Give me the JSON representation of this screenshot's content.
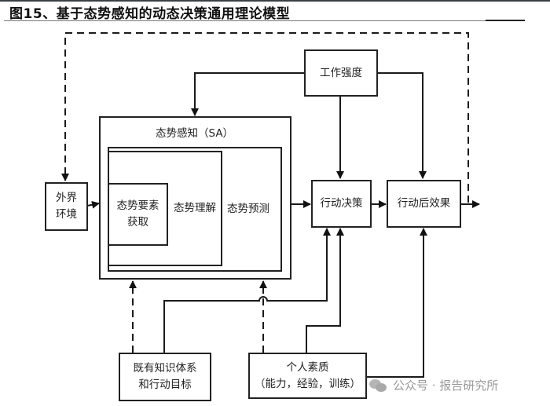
{
  "figure": {
    "title": "图15、基于态势感知的动态决策通用理论模型"
  },
  "nodes": {
    "environment": "外界\n环境",
    "workload": "工作强度",
    "sa_outer": "态势感知（SA）",
    "acquire": "态势要素\n获取",
    "comprehend": "态势理解",
    "predict": "态势预测",
    "decision": "行动决策",
    "effect": "行动后效果",
    "knowledge": "既有知识体系\n和行动目标",
    "personal": "个人素质\n（能力，经验，训练）"
  },
  "edges": [
    {
      "from": "environment",
      "to": "sa_outer",
      "style": "solid"
    },
    {
      "from": "sa_outer",
      "to": "decision",
      "style": "solid"
    },
    {
      "from": "decision",
      "to": "effect",
      "style": "solid"
    },
    {
      "from": "effect",
      "to": "output",
      "style": "solid"
    },
    {
      "from": "workload",
      "to": "sa_outer",
      "style": "solid"
    },
    {
      "from": "workload",
      "to": "decision",
      "style": "solid"
    },
    {
      "from": "workload",
      "to": "effect",
      "style": "solid"
    },
    {
      "from": "knowledge",
      "to": "sa_outer",
      "style": "dashed"
    },
    {
      "from": "knowledge",
      "to": "decision",
      "style": "solid"
    },
    {
      "from": "personal",
      "to": "sa_outer",
      "style": "dashed"
    },
    {
      "from": "personal",
      "to": "decision",
      "style": "solid"
    },
    {
      "from": "personal",
      "to": "effect",
      "style": "solid"
    },
    {
      "from": "effect",
      "to": "environment",
      "style": "dashed",
      "note": "feedback loop"
    }
  ],
  "watermark": {
    "icon": "wechat-icon",
    "text": "公众号 · 报告研究所"
  }
}
